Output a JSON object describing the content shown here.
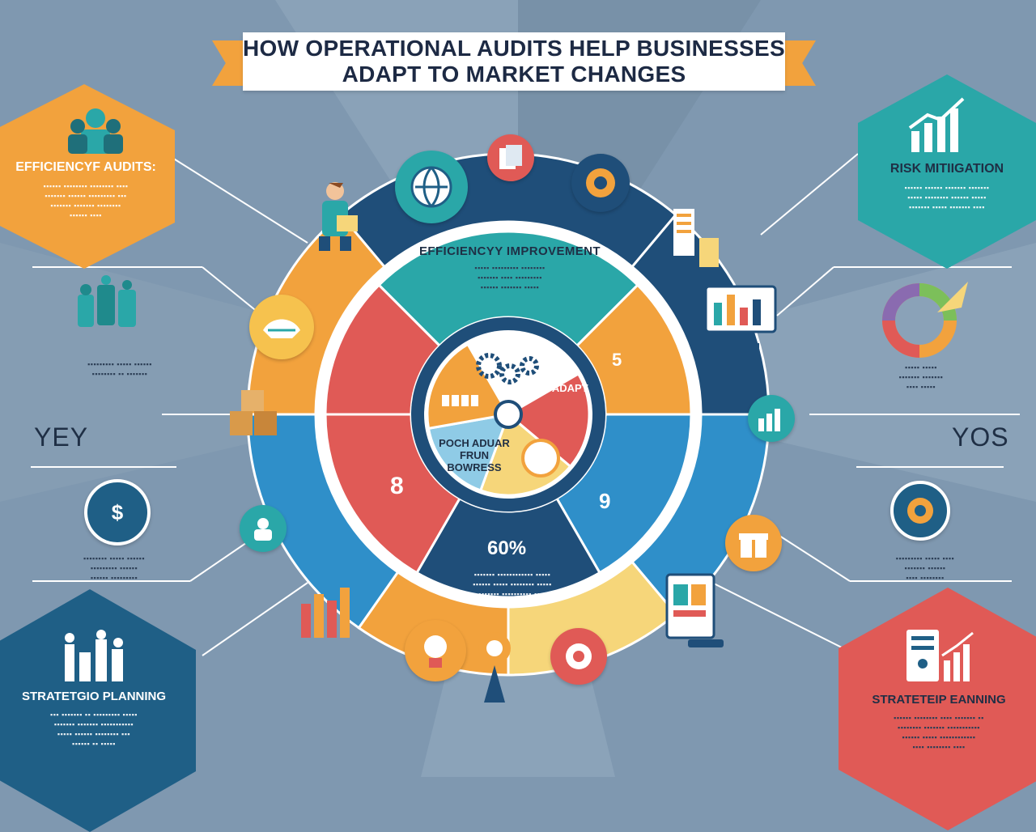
{
  "title": {
    "line1": "HOW OPERATIONAL AUDITS HELP BUSINESSES",
    "line2": "ADAPT  TO MARKET CHANGES"
  },
  "panels": {
    "top_left": {
      "title": "EFFICIENCYF AUDITS:",
      "color": "#f2a23d"
    },
    "top_right": {
      "title": "RISK MITIIGATION",
      "color": "#2aa7a8"
    },
    "bottom_left": {
      "title": "STRATETGIO PLANNING",
      "color": "#1f5f86"
    },
    "bottom_right": {
      "title": "STRATETEIP EANNING",
      "color": "#e05a56"
    }
  },
  "side_labels": {
    "left": "YEY",
    "right": "YOS"
  },
  "wheel": {
    "top_segment_title": "EFFICIENCYY IMPROVEMENT",
    "percent": "60%",
    "center_labels": {
      "red": "EAY ADAPT",
      "blue": "POCH ADUAR FRUN BOWRESS"
    },
    "glyphs": {
      "right_digit": "5",
      "left_digit": "8",
      "right_lower_digit": "9"
    },
    "colors": {
      "teal": "#2aa7a8",
      "orange": "#f2a23d",
      "red": "#e05a56",
      "blue": "#2f8fc9",
      "navy": "#1f4e79",
      "yellow": "#f6d67a",
      "light_blue": "#8fcbe6"
    }
  },
  "icons": [
    "business-person-icon",
    "globe-icon",
    "documents-icon",
    "gear-cog-icon",
    "checklist-icon",
    "monitor-chart-icon",
    "bar-chart-icon",
    "dollar-sign-icon",
    "team-icon",
    "donut-chart-icon",
    "growth-chart-icon",
    "boxes-icon",
    "handshake-icon",
    "target-icon",
    "clipboard-icon",
    "gift-icon",
    "meeting-icon"
  ]
}
